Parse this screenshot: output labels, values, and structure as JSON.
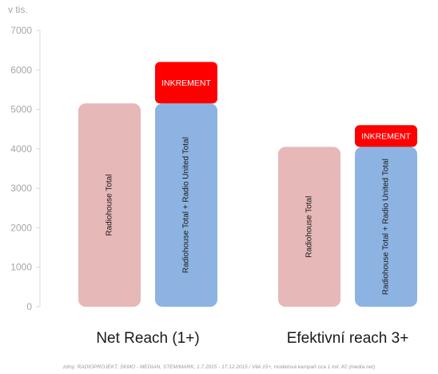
{
  "chart_data": {
    "type": "bar",
    "ylabel": "v tis.",
    "ylim": [
      0,
      7000
    ],
    "yticks": [
      0,
      1000,
      2000,
      3000,
      4000,
      5000,
      6000,
      7000
    ],
    "grid": false,
    "categories": [
      "Net Reach (1+)",
      "Efektivní reach 3+"
    ],
    "groups": [
      {
        "category": "Net Reach (1+)",
        "bars": [
          {
            "label": "Radiohouse Total",
            "value": 5150,
            "color": "#e6b8b7"
          },
          {
            "label": "Radiohouse Total + Radio United Total",
            "value": 5150,
            "increment": 1050,
            "color": "#8db3e2"
          }
        ]
      },
      {
        "category": "Efektivní reach 3+",
        "bars": [
          {
            "label": "Radiohouse Total",
            "value": 4050,
            "color": "#e6b8b7"
          },
          {
            "label": "Radiohouse Total + Radio United Total",
            "value": 4050,
            "increment": 550,
            "color": "#8db3e2"
          }
        ]
      }
    ],
    "increment_label": "INKREMENT",
    "increment_color": "#ff0000",
    "source_note": "zdroj: RADIOPROJEKT, SKMO - MEDIAN, STEM/MARK, 1.7.2015 - 17.12.2015 / Věk 15+, modelová kampaň cca 1 mil. Kč (media net)"
  }
}
